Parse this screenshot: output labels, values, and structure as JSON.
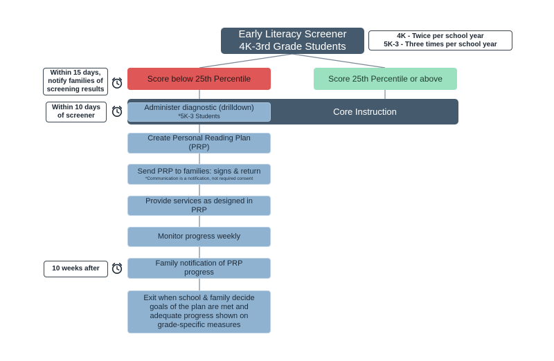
{
  "top": {
    "line1": "Early Literacy Screener",
    "line2": "4K-3rd Grade Students"
  },
  "frequency": {
    "line1": "4K - Twice per school year",
    "line2": "5K-3 - Three times per school year"
  },
  "branch_low": "Score below 25th Percentile",
  "branch_high": "Score 25th Percentile or above",
  "core_instruction": "Core Instruction",
  "steps": [
    {
      "line1": "Administer diagnostic (drilldown)",
      "line2": "*5K-3 Students"
    },
    {
      "line1": "Create Personal Reading Plan",
      "line2": "(PRP)"
    },
    {
      "line1": "Send PRP to families: signs & return",
      "line2": "*Communication is a notification, not required consent"
    },
    {
      "line1": "Provide services as designed in",
      "line2": "PRP"
    },
    {
      "line1": "Monitor progress weekly"
    },
    {
      "line1": "Family notification of PRP",
      "line2": "progress"
    },
    {
      "line1": "Exit when school & family decide",
      "line2": "goals of the plan are met and",
      "line3": "adequate progress shown on",
      "line4": "grade-specific measures"
    }
  ],
  "timing_notes": [
    {
      "line1": "Within 15 days,",
      "line2": "notify families of",
      "line3": "screening results",
      "icon": "alarm-clock-icon"
    },
    {
      "line1": "Within 10 days",
      "line2": "of screener",
      "icon": "alarm-clock-icon"
    },
    {
      "line1": "10 weeks after",
      "icon": "alarm-clock-icon"
    }
  ],
  "colors": {
    "dark_node": "#465a6d",
    "low_branch": "#df5757",
    "high_branch": "#9be0bf",
    "step": "#8fb2d1"
  }
}
